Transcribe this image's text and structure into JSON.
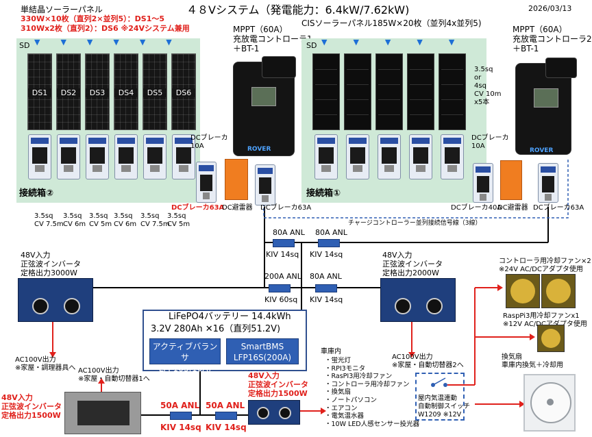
{
  "title": "４８Vシステム（発電能力：6.4kW/7.62kW)",
  "date": "2026/03/13",
  "left_array": {
    "heading": "単結晶ソーラーパネル",
    "spec1": "330W×10枚（直列2×並列5）：DS1～5",
    "spec2": "310Wx2枚（直列2）：DS6 ※24Vシステム兼用",
    "sd": "SD",
    "panels": [
      "DS1",
      "DS2",
      "DS3",
      "DS4",
      "DS5",
      "DS6"
    ],
    "box_label": "接続箱②",
    "cables": [
      {
        "a": "3.5sq",
        "b": "CV 7.5m"
      },
      {
        "a": "3.5sq",
        "b": "CV 6m"
      },
      {
        "a": "3.5sq",
        "b": "CV 5m"
      },
      {
        "a": "3.5sq",
        "b": "CV 6m"
      },
      {
        "a": "3.5sq",
        "b": "CV 7.5m"
      },
      {
        "a": "3.5sq",
        "b": "CV 5m"
      }
    ],
    "breaker_label": "DCブレーカ",
    "breaker_rating": "10A",
    "main_breaker": "DCブレーカ63A",
    "arrester": "DC避雷器"
  },
  "mppt1": {
    "l1": "MPPT（60A）",
    "l2": "充放電コントローラ1",
    "l3": "＋BT-1",
    "brand": "ROVER"
  },
  "right_array": {
    "heading": "CISソーラーパネル185W×20枚（並列4x並列5)",
    "sd": "SD",
    "box_label": "接続箱①",
    "cable_note": [
      "3.5sq",
      "or",
      "4sq",
      "CV 10m",
      "x5本"
    ],
    "breaker_label": "DCブレーカ",
    "breaker_rating": "10A",
    "b40": "DCブレーカ40A",
    "arrester": "DC避雷器",
    "b63": "DCブレーカ63A"
  },
  "mppt2": {
    "l1": "MPPT（60A）",
    "l2": "充放電コントローラ2",
    "l3": "＋BT-1",
    "brand": "ROVER"
  },
  "mppt1_breaker": "DCブレーカ63A",
  "signal_line": "チャージコントローラー並列接続信号線（3線）",
  "fuses": {
    "top_left": "80A ANL",
    "top_right": "80A ANL",
    "top_left_wire": "KIV 14sq",
    "top_right_wire": "KIV 14sq",
    "mid_left": "200A ANL",
    "mid_right": "80A ANL",
    "mid_left_wire": "KIV 60sq",
    "mid_right_wire": "KIV 14sq",
    "bot_left": "50A ANL",
    "bot_right": "50A ANL",
    "bot_left_wire": "KIV 14sq",
    "bot_right_wire": "KIV 14sq"
  },
  "inverter_3000": {
    "l1": "48V入力",
    "l2": "正弦波インバータ",
    "l3": "定格出力3000W",
    "out1": "AC100V出力",
    "out2": "※家屋・調理器具へ"
  },
  "inverter_2000": {
    "l1": "48V入力",
    "l2": "正弦波インバータ",
    "l3": "定格出力2000W",
    "out1": "AC100V出力",
    "out2": "※家屋・自動切替器2へ"
  },
  "inverter_1500a": {
    "l1": "48V入力",
    "l2": "正弦波インバータ",
    "l3": "定格出力1500W",
    "out1": "AC100V出力",
    "out2": "※家屋・自動切替器1へ"
  },
  "inverter_1500b": {
    "l1": "48V入力",
    "l2": "正弦波インバータ",
    "l3": "定格出力1500W"
  },
  "battery": {
    "l1": "LiFePO4バッテリー 14.4kWh",
    "l2": "3.2V 280Ah ✕16（直列51.2V)",
    "sub1a": "アクティブバランサ",
    "sub1b": "LFP16S(10A)",
    "sub2a": "SmartBMS",
    "sub2b": "LFP16S(200A)"
  },
  "loads": {
    "heading": "車庫内",
    "items": [
      "・蛍光灯",
      "・RPI3モニタ",
      "・RasPI3用冷却ファン",
      "・コントローラ用冷却ファン",
      "・換気扇",
      "・ノートパソコン",
      "・エアコン",
      "・電気温水器",
      "・10W LED人感センサー投光器"
    ]
  },
  "switch": {
    "l1": "屋内気温連動",
    "l2": "自動制御スイッチ",
    "l3": "W1209 ※12V"
  },
  "fan1": {
    "l1": "コントローラ用冷却ファン×2",
    "l2": "※24V AC/DCアダプタ使用"
  },
  "fan2": {
    "l1": "RaspPi3用冷却ファンx1",
    "l2": "※12V AC/DCアダプタ使用"
  },
  "vent": {
    "l1": "換気扇",
    "l2": "車庫内換気＋冷却用"
  }
}
